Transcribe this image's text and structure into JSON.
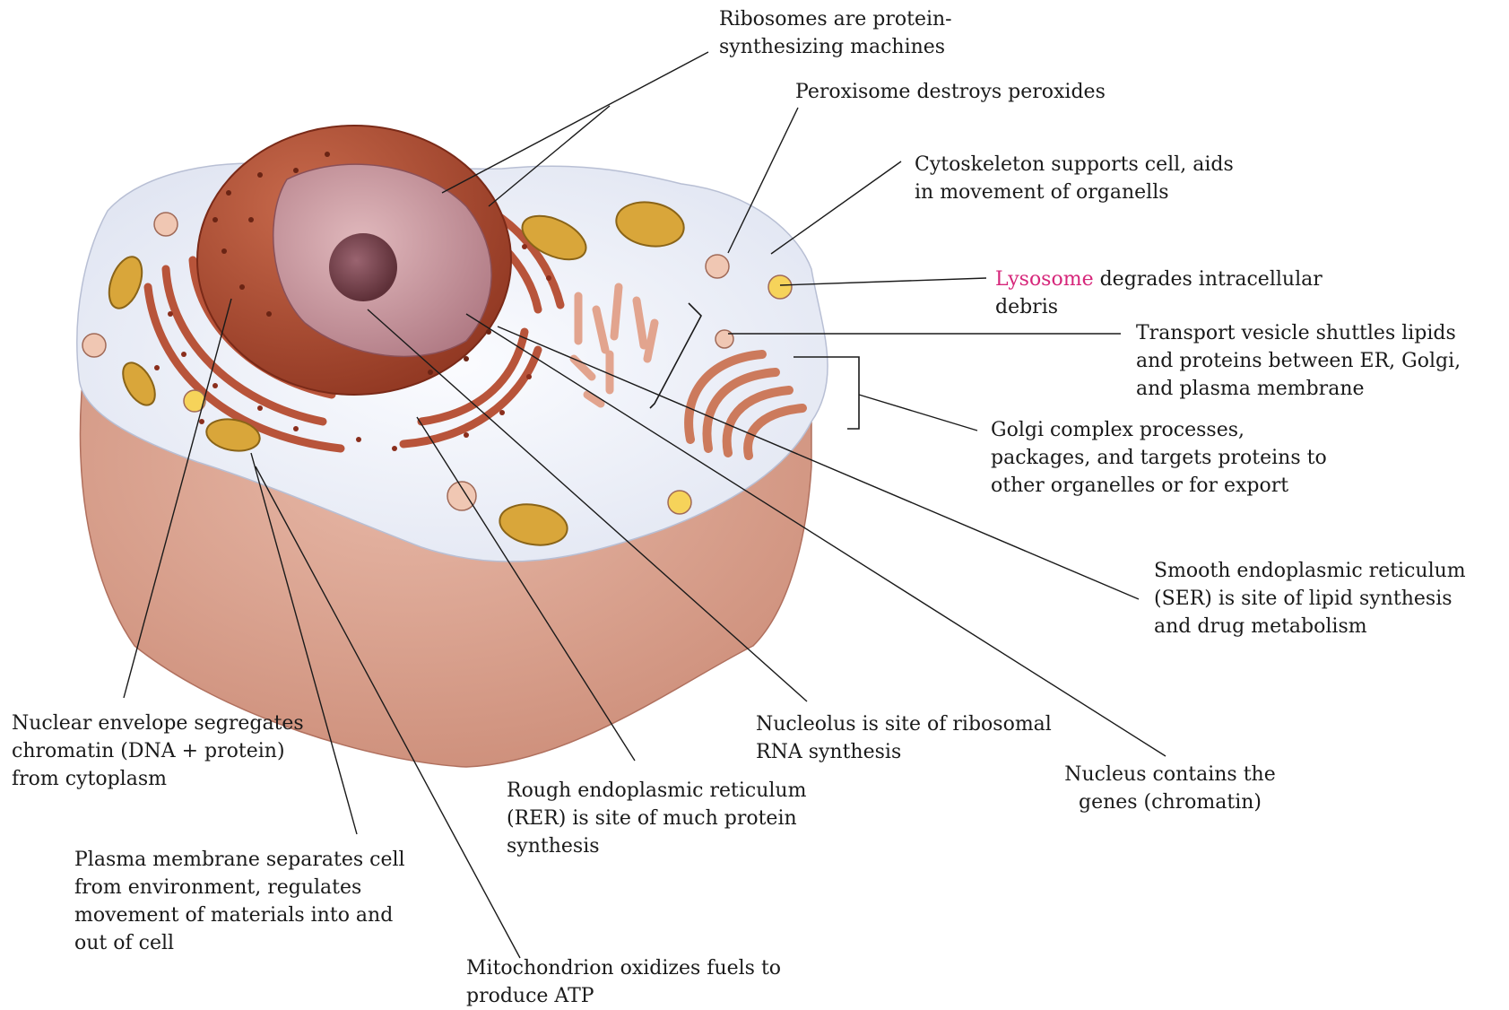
{
  "labels": {
    "ribosomes": "Ribosomes are protein-\nsynthesizing machines",
    "peroxisome": "Peroxisome destroys peroxides",
    "cytoskeleton": "Cytoskeleton supports cell, aids\nin movement of organells",
    "lysosome_term": "Lysosome",
    "lysosome_rest": " degrades intracellular\ndebris",
    "transport_vesicle": "Transport vesicle shuttles lipids\nand proteins between ER, Golgi,\nand plasma membrane",
    "golgi": "Golgi complex processes,\npackages, and targets proteins to\nother organelles or for export",
    "ser": "Smooth endoplasmic reticulum\n(SER) is site of lipid synthesis\nand drug metabolism",
    "nucleolus": "Nucleolus is site of ribosomal\nRNA synthesis",
    "nucleus": "Nucleus contains the\ngenes (chromatin)",
    "rer": "Rough endoplasmic reticulum\n(RER) is site of much protein\nsynthesis",
    "nuclear_envelope": "Nuclear envelope segregates\nchromatin (DNA + protein)\nfrom cytoplasm",
    "plasma_membrane": "Plasma membrane separates cell\nfrom environment, regulates\nmovement of materials into and\nout of cell",
    "mitochondrion": "Mitochondrion oxidizes fuels to\nproduce ATP"
  },
  "colors": {
    "lysosome_highlight": "#d6267a",
    "cell_body": "#d9a08f",
    "cytoplasm": "#eef1f8",
    "nucleus_envelope": "#a8452e",
    "nucleoplasm": "#c9909a",
    "nucleolus": "#7a4650",
    "mitochondria": "#d9a63a",
    "er": "#b8543a",
    "leader_lines": "#1a1a1a"
  }
}
